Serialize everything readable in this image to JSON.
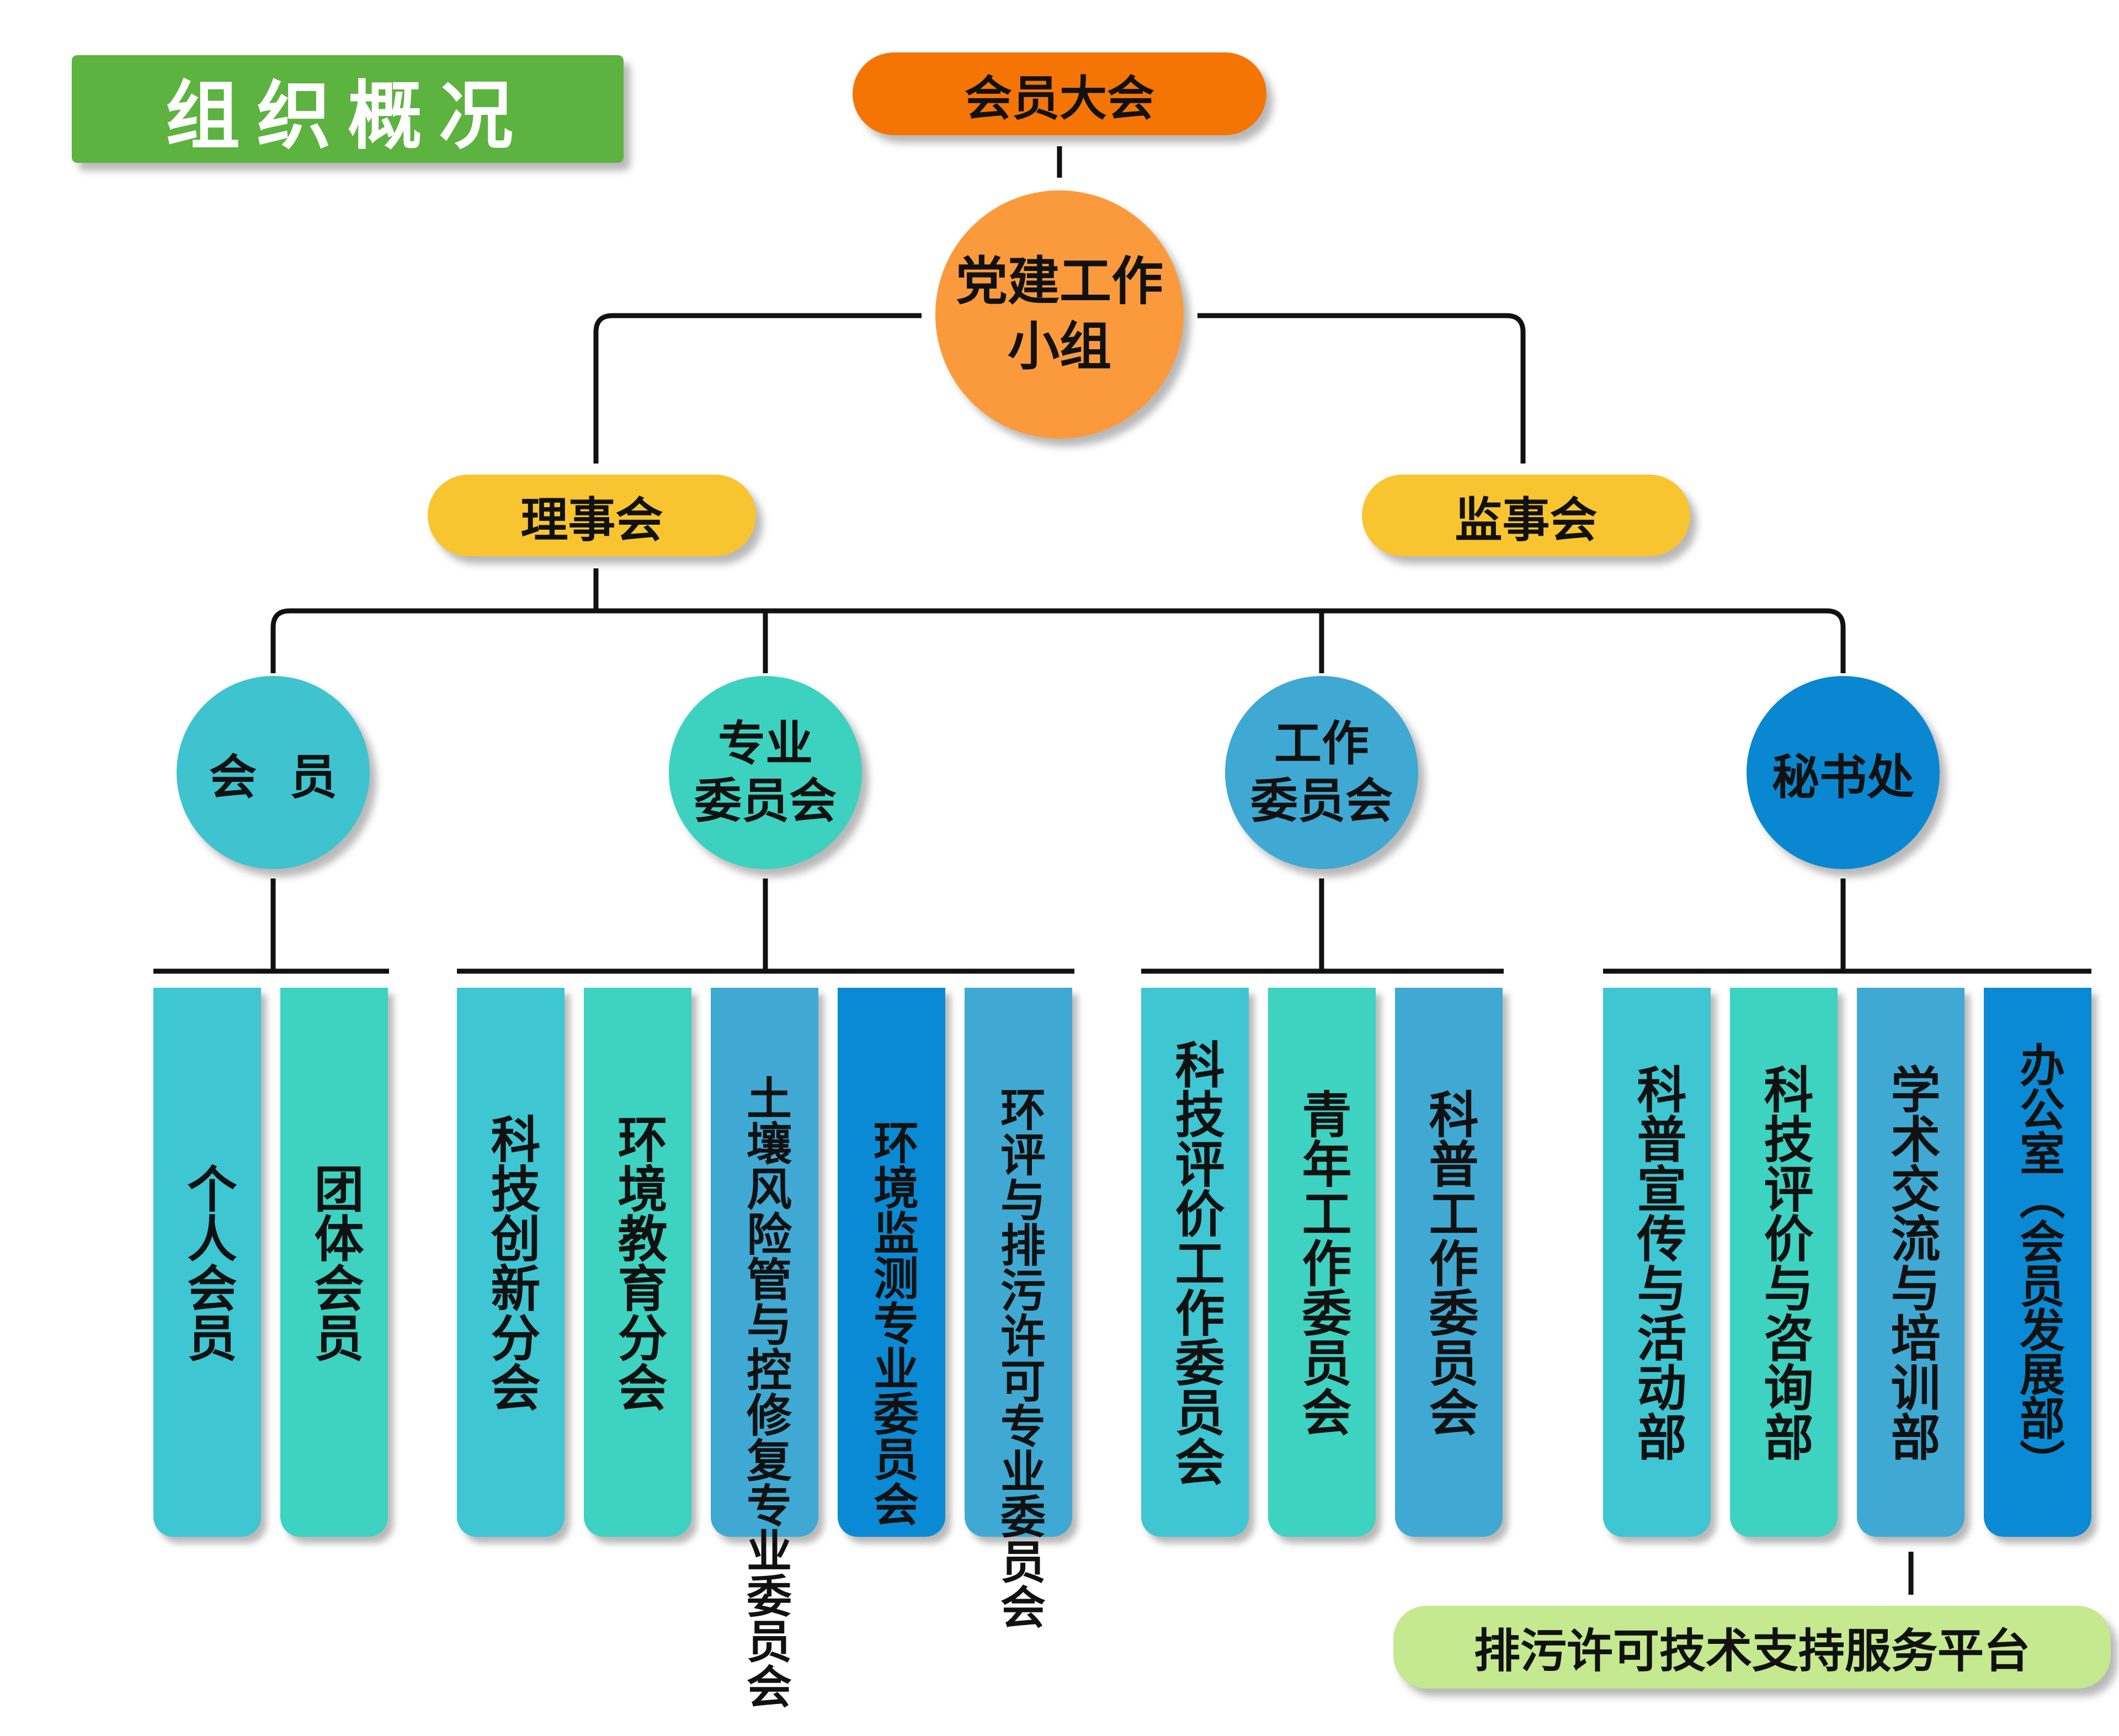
{
  "title_banner": {
    "text": "组织概况",
    "color": "#5cb33f"
  },
  "top": {
    "text": "会员大会",
    "color": "#f57504"
  },
  "party": {
    "text": "党建工作\n小组",
    "color": "#fb9a3c"
  },
  "council": {
    "text": "理事会",
    "color": "#f8c531"
  },
  "supervisory": {
    "text": "监事会",
    "color": "#f8c531"
  },
  "groups": [
    {
      "label": "会  员",
      "color": "#3ec3cf",
      "items": [
        {
          "text": "个人会员",
          "color": "#3ec6d2"
        },
        {
          "text": "团体会员",
          "color": "#3ed2c0"
        }
      ]
    },
    {
      "label": "专业\n委员会",
      "color": "#3dd2bf",
      "items": [
        {
          "text": "科技创新分会",
          "color": "#3ec6d2"
        },
        {
          "text": "环境教育分会",
          "color": "#3ed2c0"
        },
        {
          "text": "土壤风险管与控修复专业委员会",
          "color": "#3fa9d3"
        },
        {
          "text": "环境监测专业委员会",
          "color": "#0a8ad4"
        },
        {
          "text": "环评与排污许可专业委员会",
          "color": "#3fa9d3"
        }
      ]
    },
    {
      "label": "工作\n委员会",
      "color": "#3fa9d3",
      "items": [
        {
          "text": "科技评价工作委员会",
          "color": "#3ec6d2"
        },
        {
          "text": "青年工作委员会",
          "color": "#3ed2c0"
        },
        {
          "text": "科普工作委员会",
          "color": "#3fa9d3"
        }
      ]
    },
    {
      "label": "秘书处",
      "color": "#0a87d1",
      "items": [
        {
          "text": "科普宣传与活动部",
          "color": "#3ec6d2"
        },
        {
          "text": "科技评价与咨询部",
          "color": "#3ed2c0"
        },
        {
          "text": "学术交流与培训部",
          "color": "#3fa9d3"
        },
        {
          "text": "办公室（会员发展部）",
          "color": "#0a8ad4"
        }
      ]
    }
  ],
  "platform": {
    "text": "排污许可技术支持服务平台",
    "color": "#c4e98e"
  }
}
